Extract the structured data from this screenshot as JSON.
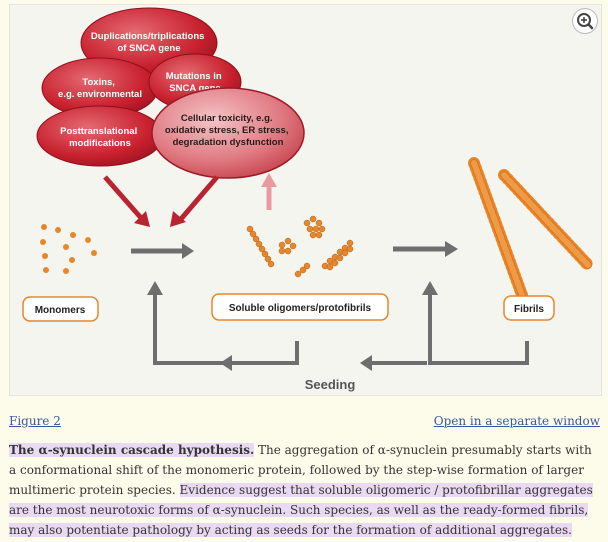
{
  "figure": {
    "bubbles": {
      "dup": [
        "Duplications/triplications",
        "of SNCA gene"
      ],
      "tox": [
        "Toxins,",
        "e.g. environmental"
      ],
      "mut": [
        "Mutations in",
        "SNCA gene"
      ],
      "ptm": [
        "Posttranslational",
        "modifications"
      ],
      "cell": [
        "Cellular toxicity, e.g.",
        "oxidative stress, ER stress,",
        "degradation dysfunction"
      ]
    },
    "labels": {
      "monomers": "Monomers",
      "oligomers": "Soluble oligomers/protofibrils",
      "fibrils": "Fibrils",
      "seeding": "Seeding"
    },
    "colors": {
      "bubble": "#c8202e",
      "bubble_light": "#e05a63",
      "particle": "#e8862b",
      "arrow": "#6e6e6e",
      "link": "#3b5998",
      "highlight": "#ead9f2"
    }
  },
  "zoom_icon": "zoom-in-icon",
  "links": {
    "figure": "Figure 2",
    "open": "Open in a separate window"
  },
  "caption": {
    "title": "The α-synuclein cascade hypothesis.",
    "p1": " The aggregation of α-synuclein presumably starts with a conformational shift of the monomeric protein, followed by the step-wise formation of larger multimeric protein species. ",
    "p2": "Evidence suggest that soluble oligomeric / protofibrillar aggregates are the most neurotoxic forms of α-synuclein. Such species, as well as the ready-formed fibrils, may also potentiate pathology by acting as seeds for the formation of additional aggregates."
  }
}
